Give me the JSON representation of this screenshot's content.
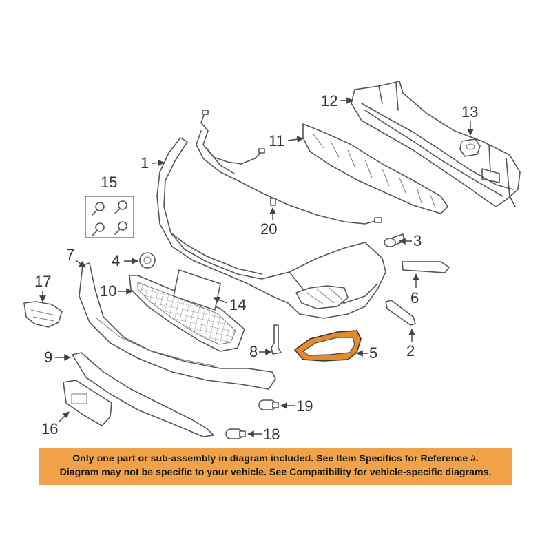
{
  "callouts": {
    "c1": "1",
    "c2": "2",
    "c3": "3",
    "c4": "4",
    "c5": "5",
    "c6": "6",
    "c7": "7",
    "c8": "8",
    "c9": "9",
    "c10": "10",
    "c11": "11",
    "c12": "12",
    "c13": "13",
    "c14": "14",
    "c15": "15",
    "c16": "16",
    "c17": "17",
    "c18": "18",
    "c19": "19",
    "c20": "20"
  },
  "highlight_color": "#e8892a",
  "notice": {
    "line1": "Only one part or sub-assembly in diagram included. See Item Specifics for Reference #.",
    "line2": "Diagram may not be specific to your vehicle. See Compatibility for vehicle-specific diagrams.",
    "background": "#f0a24a"
  }
}
